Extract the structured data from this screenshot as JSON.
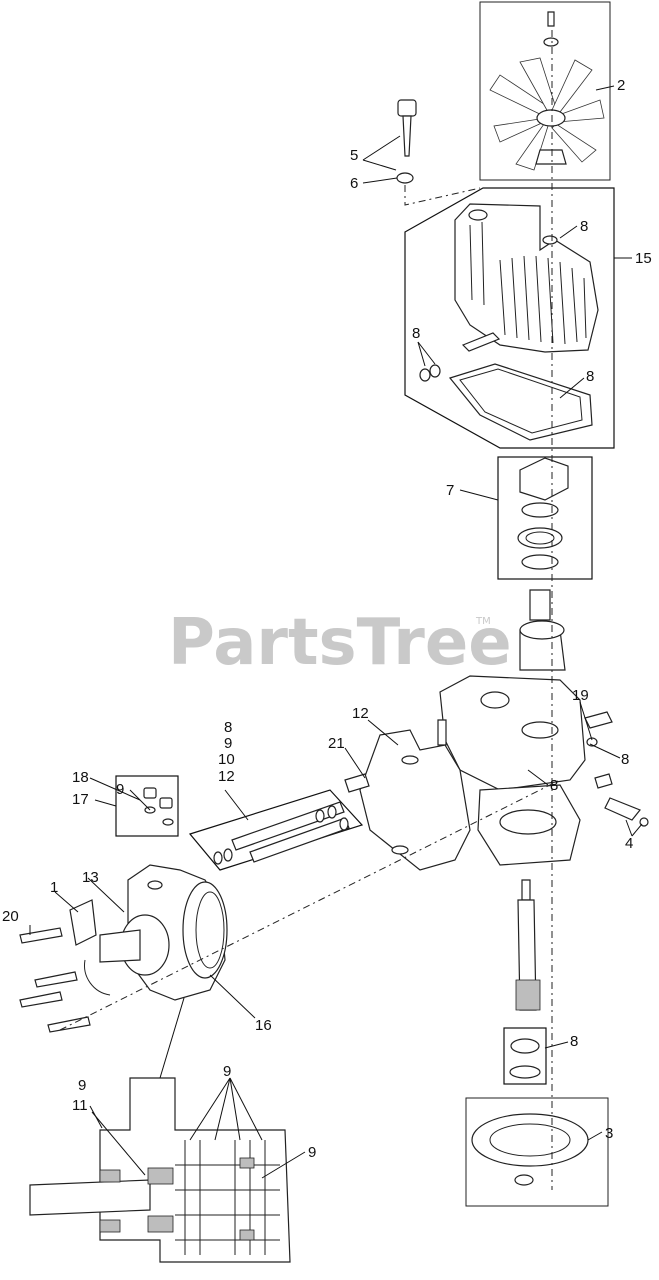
{
  "watermark": {
    "text": "PartsTree",
    "trademark": "TM"
  },
  "callouts": [
    {
      "id": "c2",
      "text": "2"
    },
    {
      "id": "c5",
      "text": "5"
    },
    {
      "id": "c6",
      "text": "6"
    },
    {
      "id": "c8a",
      "text": "8"
    },
    {
      "id": "c15",
      "text": "15"
    },
    {
      "id": "c8b",
      "text": "8"
    },
    {
      "id": "c8c",
      "text": "8"
    },
    {
      "id": "c7",
      "text": "7"
    },
    {
      "id": "c19",
      "text": "19"
    },
    {
      "id": "c12a",
      "text": "12"
    },
    {
      "id": "c21",
      "text": "21"
    },
    {
      "id": "c8d",
      "text": "8"
    },
    {
      "id": "c9a",
      "text": "9"
    },
    {
      "id": "c10",
      "text": "10"
    },
    {
      "id": "c12b",
      "text": "12"
    },
    {
      "id": "c8e",
      "text": "8"
    },
    {
      "id": "c8f",
      "text": "8"
    },
    {
      "id": "c18",
      "text": "18"
    },
    {
      "id": "c17",
      "text": "17"
    },
    {
      "id": "c9b",
      "text": "9"
    },
    {
      "id": "c4",
      "text": "4"
    },
    {
      "id": "c1",
      "text": "1"
    },
    {
      "id": "c13",
      "text": "13"
    },
    {
      "id": "c20",
      "text": "20"
    },
    {
      "id": "c16",
      "text": "16"
    },
    {
      "id": "c8g",
      "text": "8"
    },
    {
      "id": "c9c",
      "text": "9"
    },
    {
      "id": "c11",
      "text": "11"
    },
    {
      "id": "c9d",
      "text": "9"
    },
    {
      "id": "c9e",
      "text": "9"
    },
    {
      "id": "c3",
      "text": "3"
    }
  ]
}
